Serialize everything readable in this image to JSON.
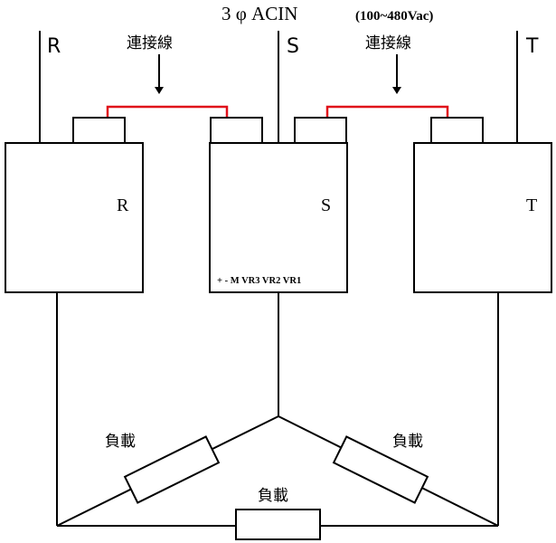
{
  "header": {
    "title": "3 φ ACIN",
    "voltage_range": "(100~480Vac)"
  },
  "phases": {
    "r": "R",
    "s": "S",
    "t": "T"
  },
  "modules": {
    "r": "R",
    "s": "S",
    "t": "T",
    "s_terminals": "+ - M  VR3  VR2  VR1"
  },
  "connection_wire_label": "連接線",
  "load_label": "負載",
  "colors": {
    "line": "#000000",
    "connection_wire": "#e0101a"
  }
}
